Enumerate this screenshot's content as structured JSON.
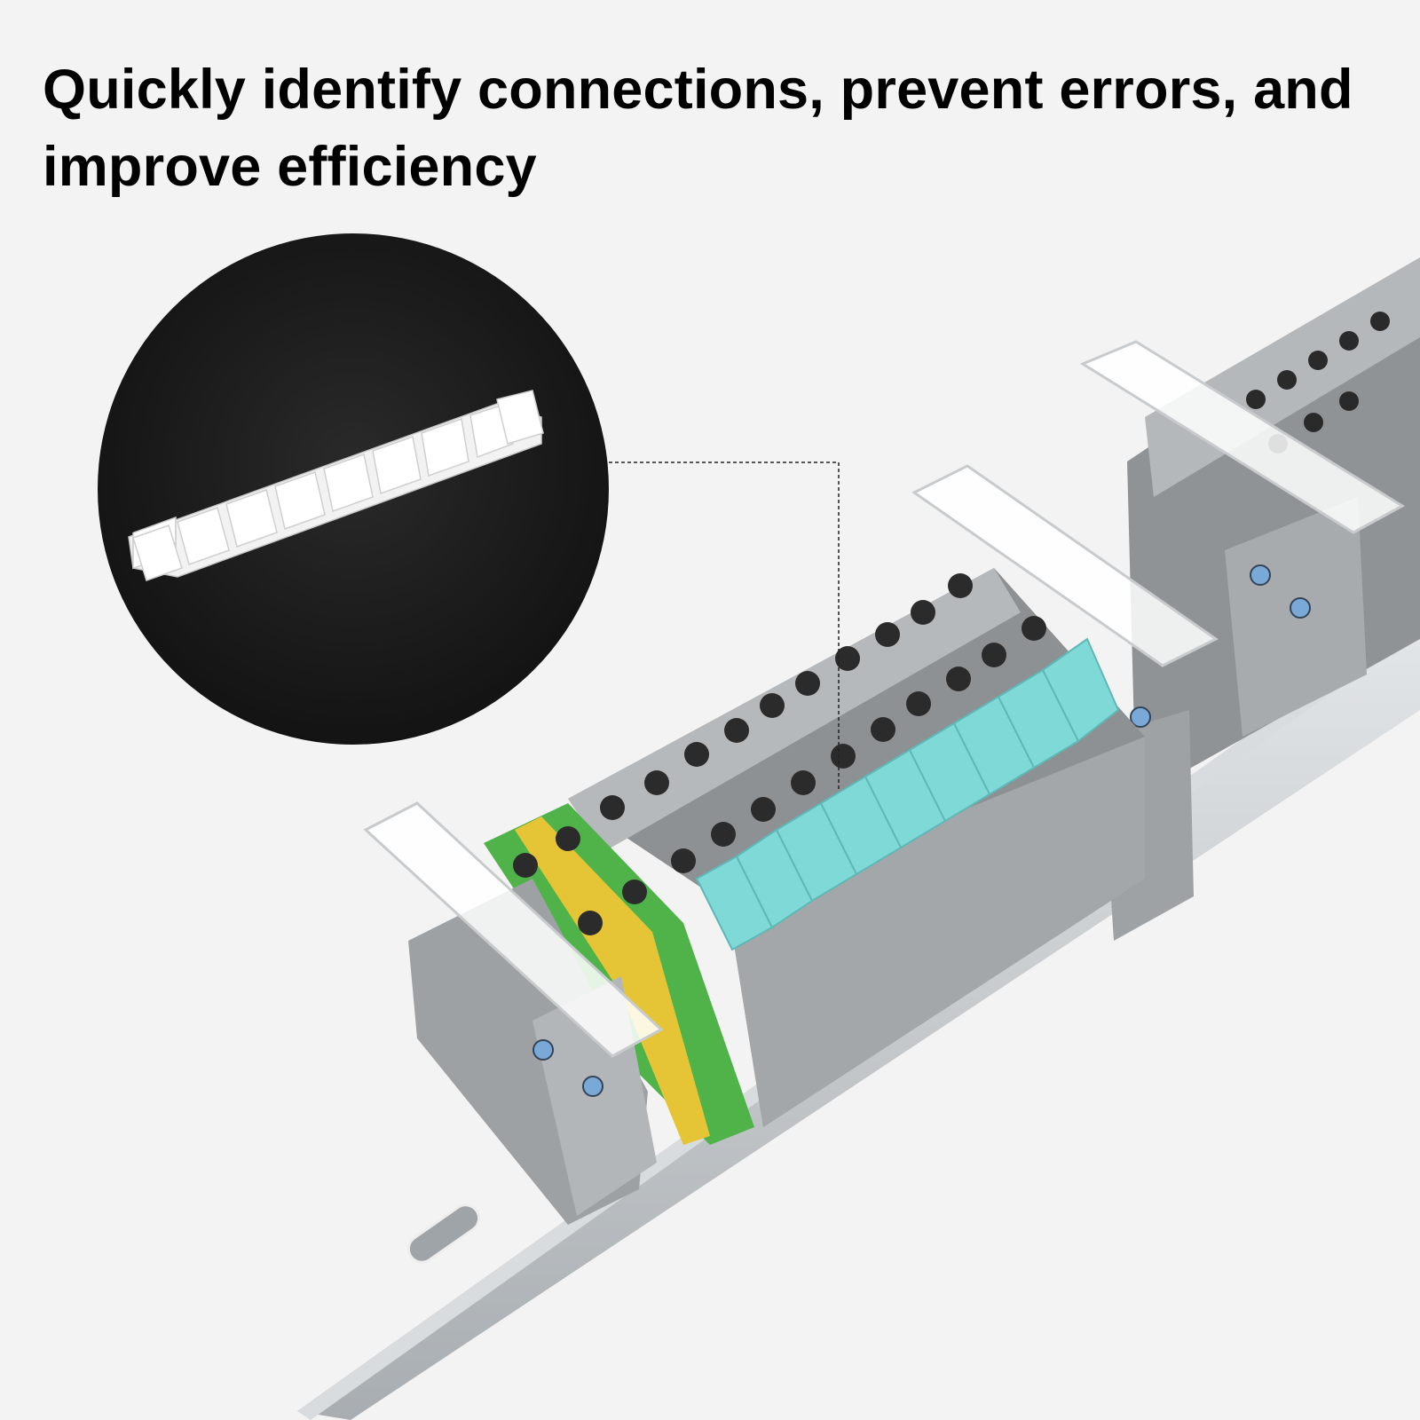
{
  "headline": "Quickly identify connections, prevent errors, and improve efficiency",
  "colors": {
    "background": "#f3f3f3",
    "circle": "#1c1c1c",
    "marker_strip": "#f2f2f2",
    "terminal_grey": "#a9acae",
    "terminal_cyan": "#7fd9d6",
    "earth_green": "#4fb34a",
    "earth_yellow": "#e5c535",
    "rail": "#c9cdd0"
  },
  "icons": [
    "marker-strip-image",
    "terminal-block-assembly-image",
    "leader-line"
  ]
}
